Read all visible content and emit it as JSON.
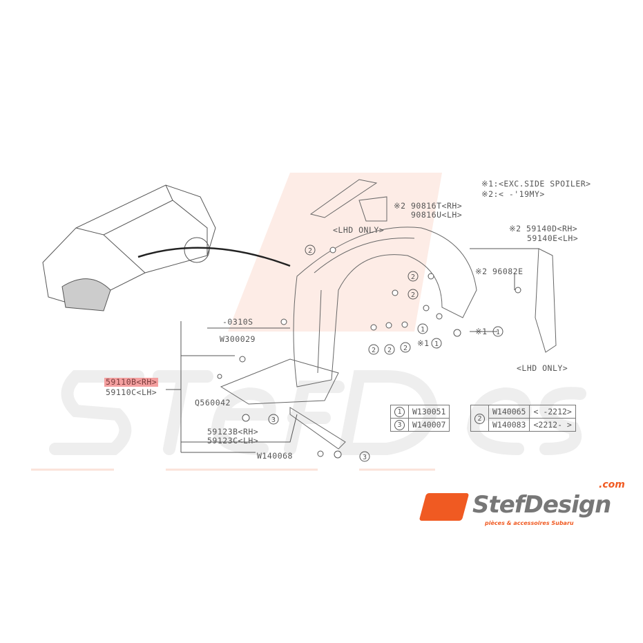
{
  "watermark": {
    "brand": "StefDesign",
    "domain": ".com",
    "tagline": "pièces & accessoires Subaru"
  },
  "notes": {
    "note1": "※1:<EXC.SIDE SPOILER>",
    "note2": "※2:<      -'19MY>"
  },
  "labels": {
    "p90816": [
      "※2 90816T<RH>",
      "90816U<LH>"
    ],
    "lhd_only_top": "<LHD ONLY>",
    "p59140": [
      "※2 59140D<RH>",
      "59140E<LH>"
    ],
    "p96082": "※2 96082E",
    "note1_callout_a": "※1",
    "note1_callout_b": "※1",
    "lhd_only_bottom": "<LHD ONLY>",
    "p0310S": "-0310S",
    "pW300029": "W300029",
    "p59110": [
      "59110B<RH>",
      "59110C<LH>"
    ],
    "pQ560042": "Q560042",
    "p59123": [
      "59123B<RH>",
      "59123C<LH>"
    ],
    "pW140068": "W140068"
  },
  "callouts": [
    "1",
    "2",
    "3"
  ],
  "fastener_table_a": [
    {
      "ref": "1",
      "part": "W130051"
    },
    {
      "ref": "3",
      "part": "W140007"
    }
  ],
  "fastener_table_b": {
    "ref": "2",
    "rows": [
      {
        "part": "W140065",
        "range": "< -2212>"
      },
      {
        "part": "W140083",
        "range": "<2212- >"
      }
    ]
  },
  "colors": {
    "highlight": "#f4a0a0",
    "brand_orange": "#f05a22",
    "watermark": "#eeeeee"
  }
}
